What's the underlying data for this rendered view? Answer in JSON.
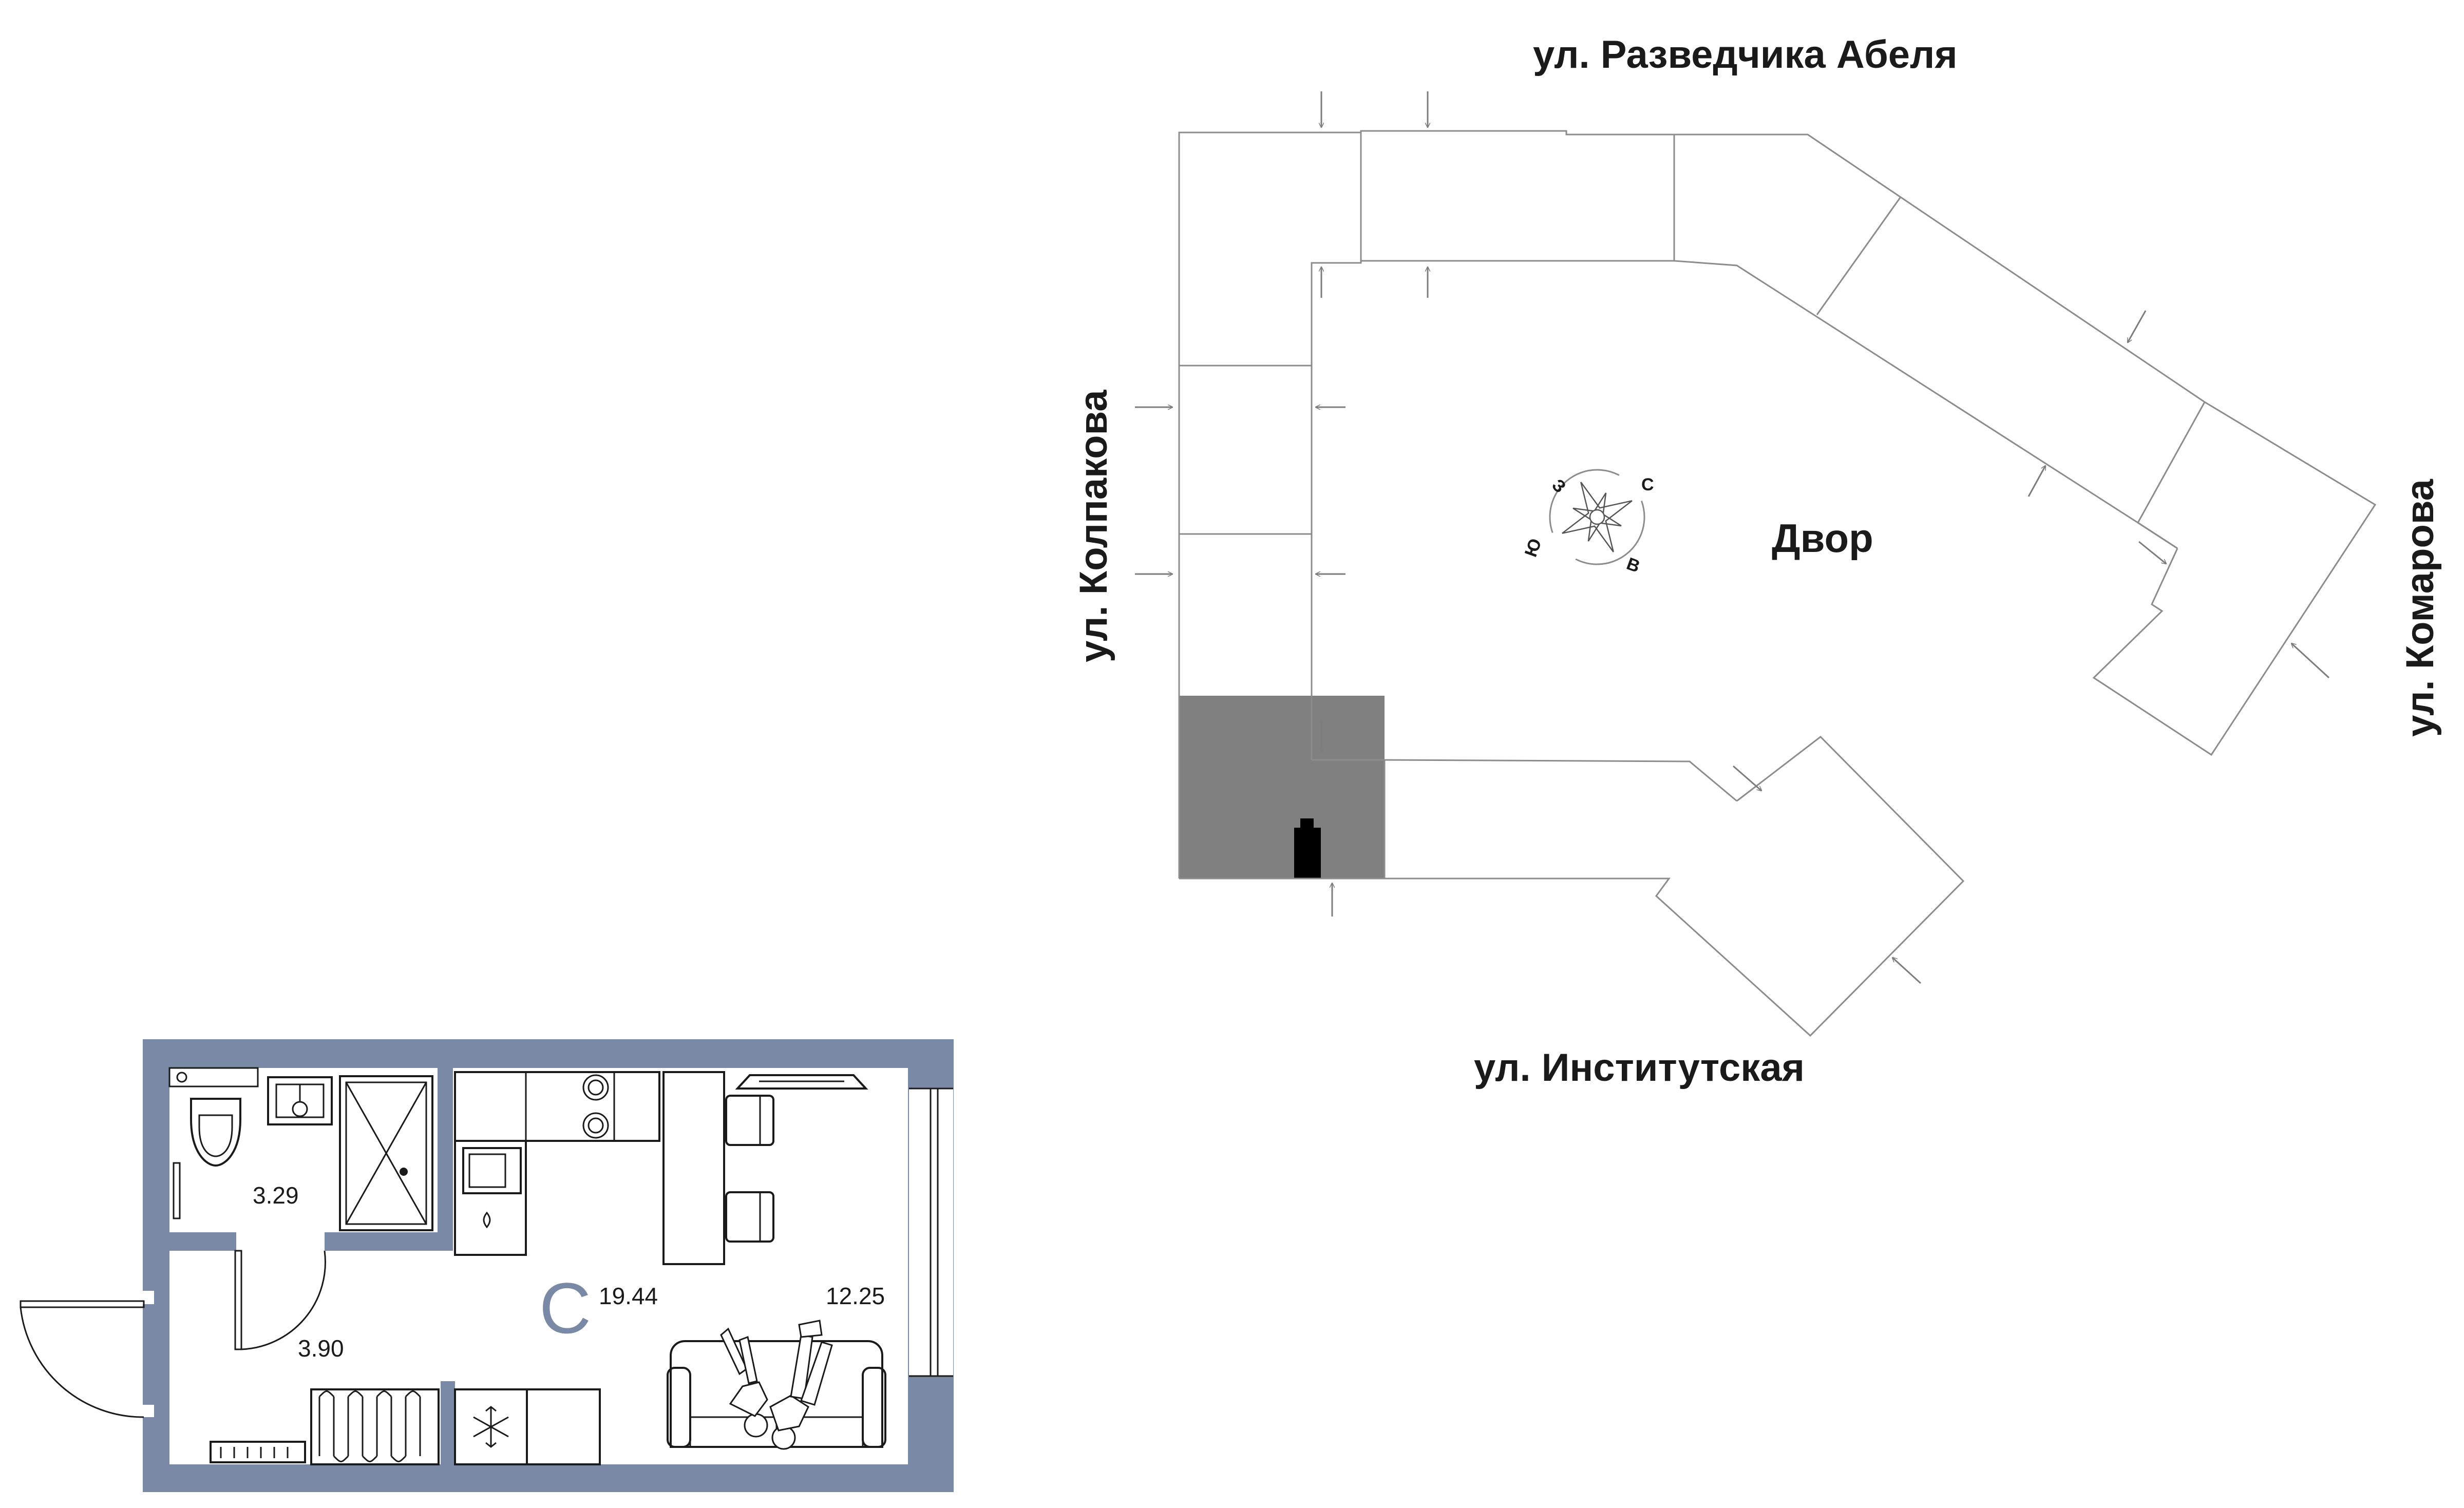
{
  "site_plan": {
    "streets": {
      "north": "ул. Разведчика Абеля",
      "west": "ул. Колпакова",
      "east": "ул. Комарова",
      "south": "ул. Институтская"
    },
    "yard_label": "Двор",
    "compass": {
      "north": "С",
      "east": "В",
      "south": "Ю",
      "west": "З"
    },
    "colors": {
      "outline": "#8c8c8c",
      "section_highlight": "#808080",
      "entrance": "#000000"
    }
  },
  "apartment": {
    "type_label": "С",
    "rooms": {
      "bathroom": "3.29",
      "hallway": "3.90",
      "total": "19.44",
      "living": "12.25"
    },
    "colors": {
      "walls": "#7a8aa6",
      "fixtures": "#1a1a1a"
    },
    "icons": [
      "toilet-icon",
      "sink-icon",
      "shower-icon",
      "stove-icon",
      "kitchen-sink-icon",
      "radiator-icon",
      "fridge-snowflake-icon",
      "sofa-icon",
      "bar-stool-icon",
      "people-figures-icon"
    ]
  }
}
